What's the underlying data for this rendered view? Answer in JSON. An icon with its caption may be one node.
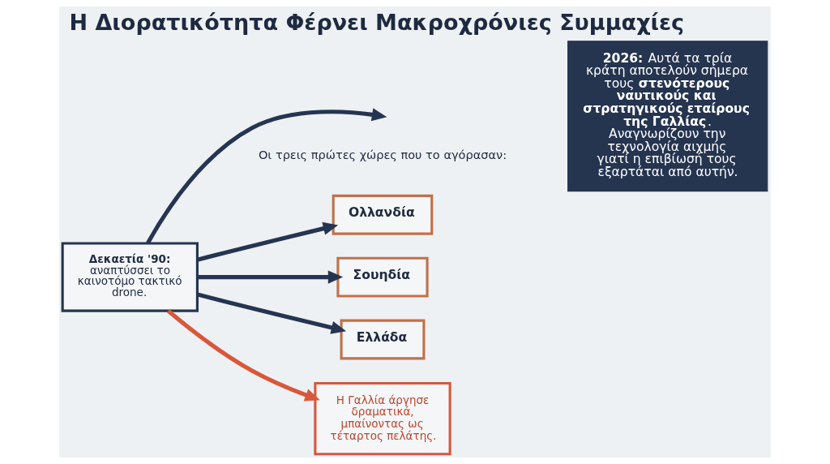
{
  "diagram": {
    "title": "Η Διορατικότητα Φέρνει Μακροχρόνιες Συμμαχίες",
    "nodes": [
      {
        "text": [
          "Δεκαετία '90:",
          "αναπτύσσει το καινοτόμο τακτικό drone."
        ]
      },
      {
        "text": [
          "Ολλανδία"
        ]
      },
      {
        "text": [
          "Σουηδία"
        ]
      },
      {
        "text": [
          "Ελλάδα"
        ]
      },
      {
        "text": [
          "Η Γαλλία άργησε δραματικά, μπαίνοντας ως τέταρτος πελάτης."
        ]
      },
      {
        "text": [
          "**2026:** Αυτά τα τρία κράτη αποτελούν σήμερα τους **στενότερους ναυτικούς και στρατηγικούς εταίρους της Γαλλίας**. Αναγνωρίζουν την τεχνολογία αιχμής γιατί η επιβίωσή τους εξαρτάται από αυτήν."
        ]
      }
    ],
    "edges": [
      {
        "from": 0,
        "to": null,
        "arrow": "to"
      },
      {
        "from": 0,
        "to": 1,
        "arrow": "to"
      },
      {
        "from": 0,
        "to": 2,
        "arrow": "to"
      },
      {
        "from": 0,
        "to": 3,
        "arrow": "to"
      },
      {
        "from": 0,
        "to": 4,
        "arrow": "to",
        "color": "#d9573a"
      }
    ],
    "labels": [
      "Οι τρεις πρώτες χώρες που το αγόρασαν:"
    ]
  }
}
